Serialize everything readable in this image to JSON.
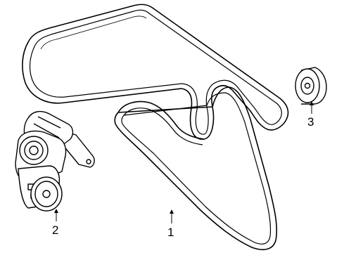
{
  "parts": [
    {
      "id": "belt",
      "callout": "1"
    },
    {
      "id": "tensioner",
      "callout": "2"
    },
    {
      "id": "idler-pulley",
      "callout": "3"
    }
  ],
  "colors": {
    "line": "#000000",
    "background": "#ffffff"
  }
}
